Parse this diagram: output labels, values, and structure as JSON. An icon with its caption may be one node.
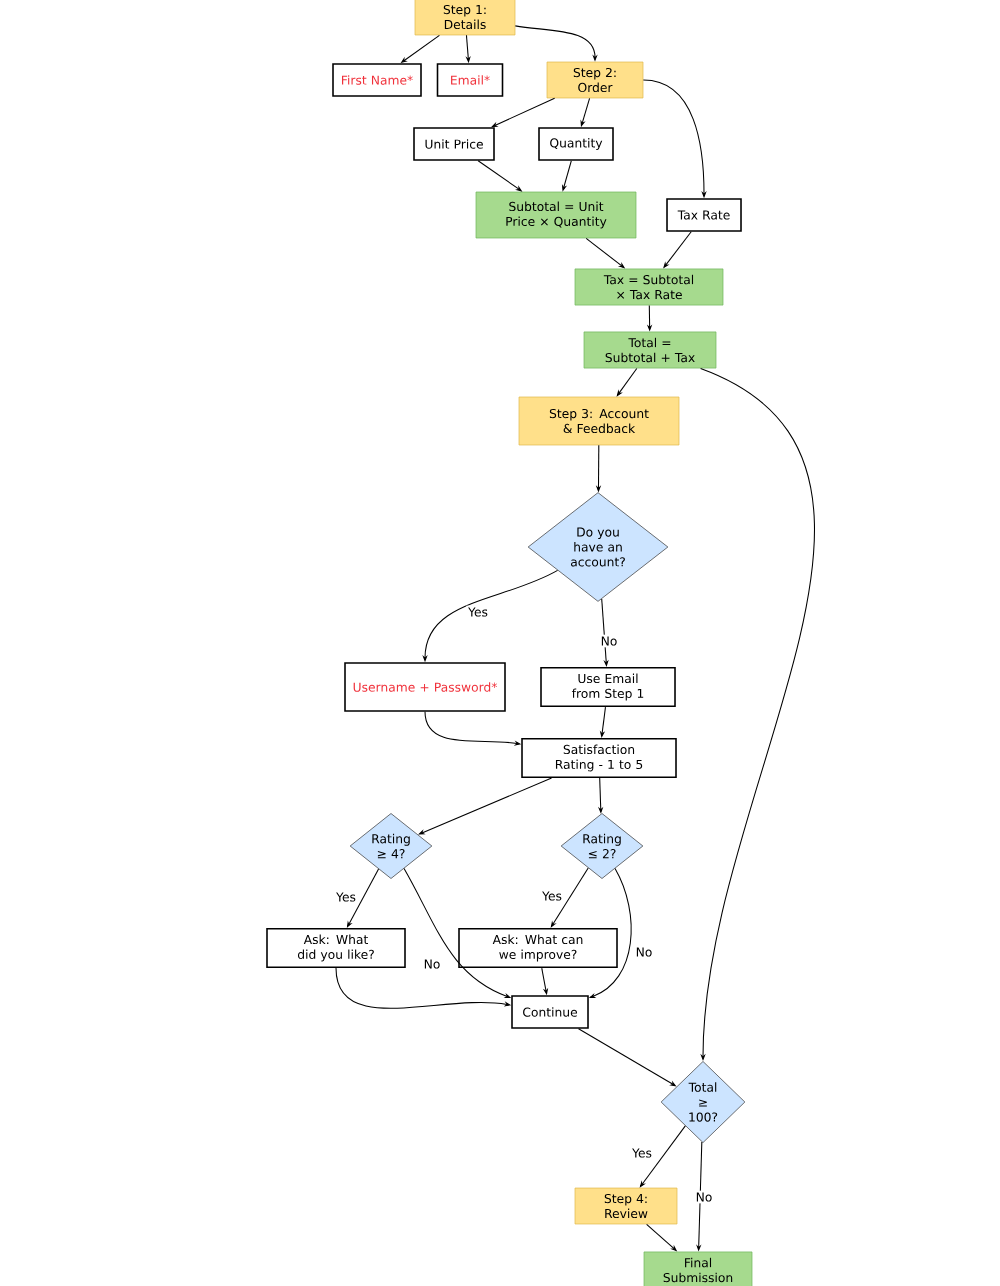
{
  "diagram": {
    "nodes": [
      {
        "text": [
          "Step 1: Details"
        ]
      },
      {
        "text": [
          "First Name*"
        ]
      },
      {
        "text": [
          "Email*"
        ]
      },
      {
        "text": [
          "Step 2: Order"
        ]
      },
      {
        "text": [
          "Unit Price"
        ]
      },
      {
        "text": [
          "Quantity"
        ]
      },
      {
        "text": [
          "Subtotal = Unit Price × Quantity"
        ]
      },
      {
        "text": [
          "Tax Rate"
        ]
      },
      {
        "text": [
          "Tax = Subtotal × Tax Rate"
        ]
      },
      {
        "text": [
          "Total = Subtotal + Tax"
        ]
      },
      {
        "text": [
          "Step 3: Account & Feedback"
        ]
      },
      {
        "text": [
          "Do you have an account?"
        ]
      },
      {
        "text": [
          "Username + Password*"
        ]
      },
      {
        "text": [
          "Use Email from Step 1"
        ]
      },
      {
        "text": [
          "Satisfaction Rating - 1 to 5"
        ]
      },
      {
        "text": [
          "Rating ≥ 4?"
        ]
      },
      {
        "text": [
          "Rating ≤ 2?"
        ]
      },
      {
        "text": [
          "Ask: What did you like?"
        ]
      },
      {
        "text": [
          "Ask: What can we improve?"
        ]
      },
      {
        "text": [
          "Continue"
        ]
      },
      {
        "text": [
          "Total ≥ 100?"
        ]
      },
      {
        "text": [
          "Step 4: Review"
        ]
      },
      {
        "text": [
          "Final Submission"
        ]
      }
    ],
    "edges": [
      {
        "from": 0,
        "to": 1,
        "arrow": "to"
      },
      {
        "from": 0,
        "to": 2,
        "arrow": "to"
      },
      {
        "from": 0,
        "to": 3,
        "arrow": "to"
      },
      {
        "from": 3,
        "to": 4,
        "arrow": "to"
      },
      {
        "from": 3,
        "to": 5,
        "arrow": "to"
      },
      {
        "from": 3,
        "to": 7,
        "arrow": "to"
      },
      {
        "from": 4,
        "to": 6,
        "arrow": "to"
      },
      {
        "from": 5,
        "to": 6,
        "arrow": "to"
      },
      {
        "from": 6,
        "to": 8,
        "arrow": "to"
      },
      {
        "from": 7,
        "to": 8,
        "arrow": "to"
      },
      {
        "from": 8,
        "to": 9,
        "arrow": "to"
      },
      {
        "from": 9,
        "to": 10,
        "arrow": "to"
      },
      {
        "from": 9,
        "to": 20,
        "arrow": "to"
      },
      {
        "from": 10,
        "to": 11,
        "arrow": "to"
      },
      {
        "from": 11,
        "to": 12,
        "arrow": "to",
        "label": "Yes"
      },
      {
        "from": 11,
        "to": 13,
        "arrow": "to",
        "label": "No"
      },
      {
        "from": 12,
        "to": 14,
        "arrow": "to"
      },
      {
        "from": 13,
        "to": 14,
        "arrow": "to"
      },
      {
        "from": 14,
        "to": 15,
        "arrow": "to"
      },
      {
        "from": 14,
        "to": 16,
        "arrow": "to"
      },
      {
        "from": 15,
        "to": 17,
        "arrow": "to",
        "label": "Yes"
      },
      {
        "from": 15,
        "to": 19,
        "arrow": "to",
        "label": "No"
      },
      {
        "from": 16,
        "to": 18,
        "arrow": "to",
        "label": "Yes"
      },
      {
        "from": 16,
        "to": 19,
        "arrow": "to",
        "label": "No"
      },
      {
        "from": 17,
        "to": 19,
        "arrow": "to"
      },
      {
        "from": 18,
        "to": 19,
        "arrow": "to"
      },
      {
        "from": 19,
        "to": 20,
        "arrow": "to"
      },
      {
        "from": 20,
        "to": 21,
        "arrow": "to",
        "label": "Yes"
      },
      {
        "from": 20,
        "to": 22,
        "arrow": "to",
        "label": "No"
      },
      {
        "from": 21,
        "to": 22,
        "arrow": "to"
      }
    ]
  }
}
